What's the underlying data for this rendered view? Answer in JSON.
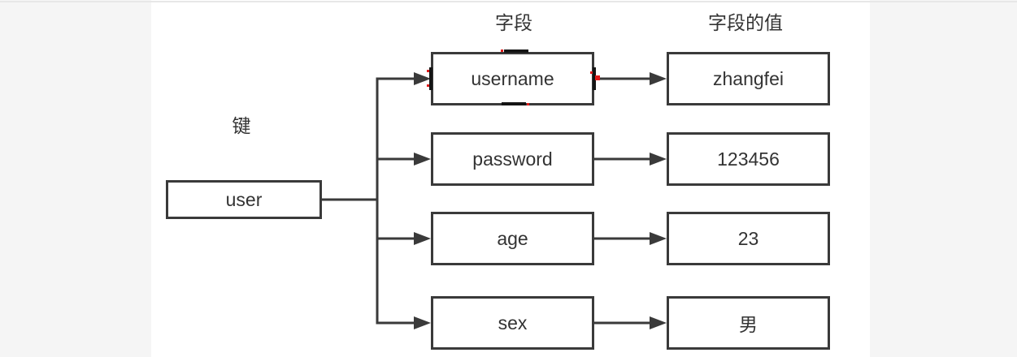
{
  "diagram": {
    "column_headers": {
      "key": "键",
      "field": "字段",
      "value": "字段的值"
    },
    "key_node": "user",
    "rows": [
      {
        "field": "username",
        "value": "zhangfei"
      },
      {
        "field": "password",
        "value": "123456"
      },
      {
        "field": "age",
        "value": "23"
      },
      {
        "field": "sex",
        "value": "男"
      }
    ],
    "colors": {
      "line": "#3a3a3a",
      "box_border": "#3a3a3a",
      "text": "#333333",
      "canvas": "#ffffff",
      "margin_background": "#f5f5f5",
      "selection_handle": "#141414",
      "selection_dot": "#e01b1b"
    }
  }
}
